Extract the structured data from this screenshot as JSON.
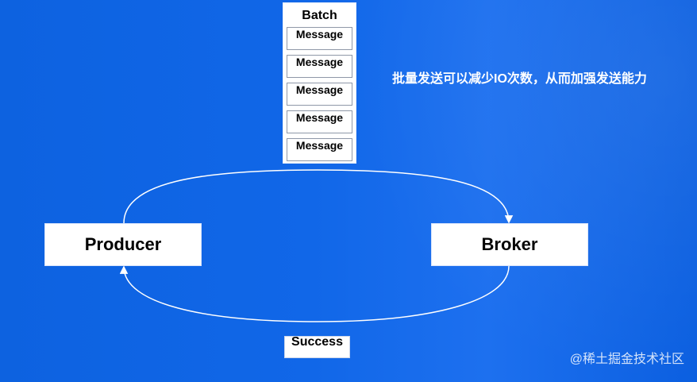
{
  "diagram": {
    "batch": {
      "title": "Batch",
      "messages": [
        "Message",
        "Message",
        "Message",
        "Message",
        "Message"
      ]
    },
    "producer": "Producer",
    "broker": "Broker",
    "success": "Success",
    "note": "批量发送可以减少IO次数，从而加强发送能力",
    "watermark": "@稀土掘金技术社区"
  },
  "colors": {
    "background": "#0f63e3",
    "box": "#ffffff",
    "text": "#000000",
    "line": "#ffffff"
  }
}
